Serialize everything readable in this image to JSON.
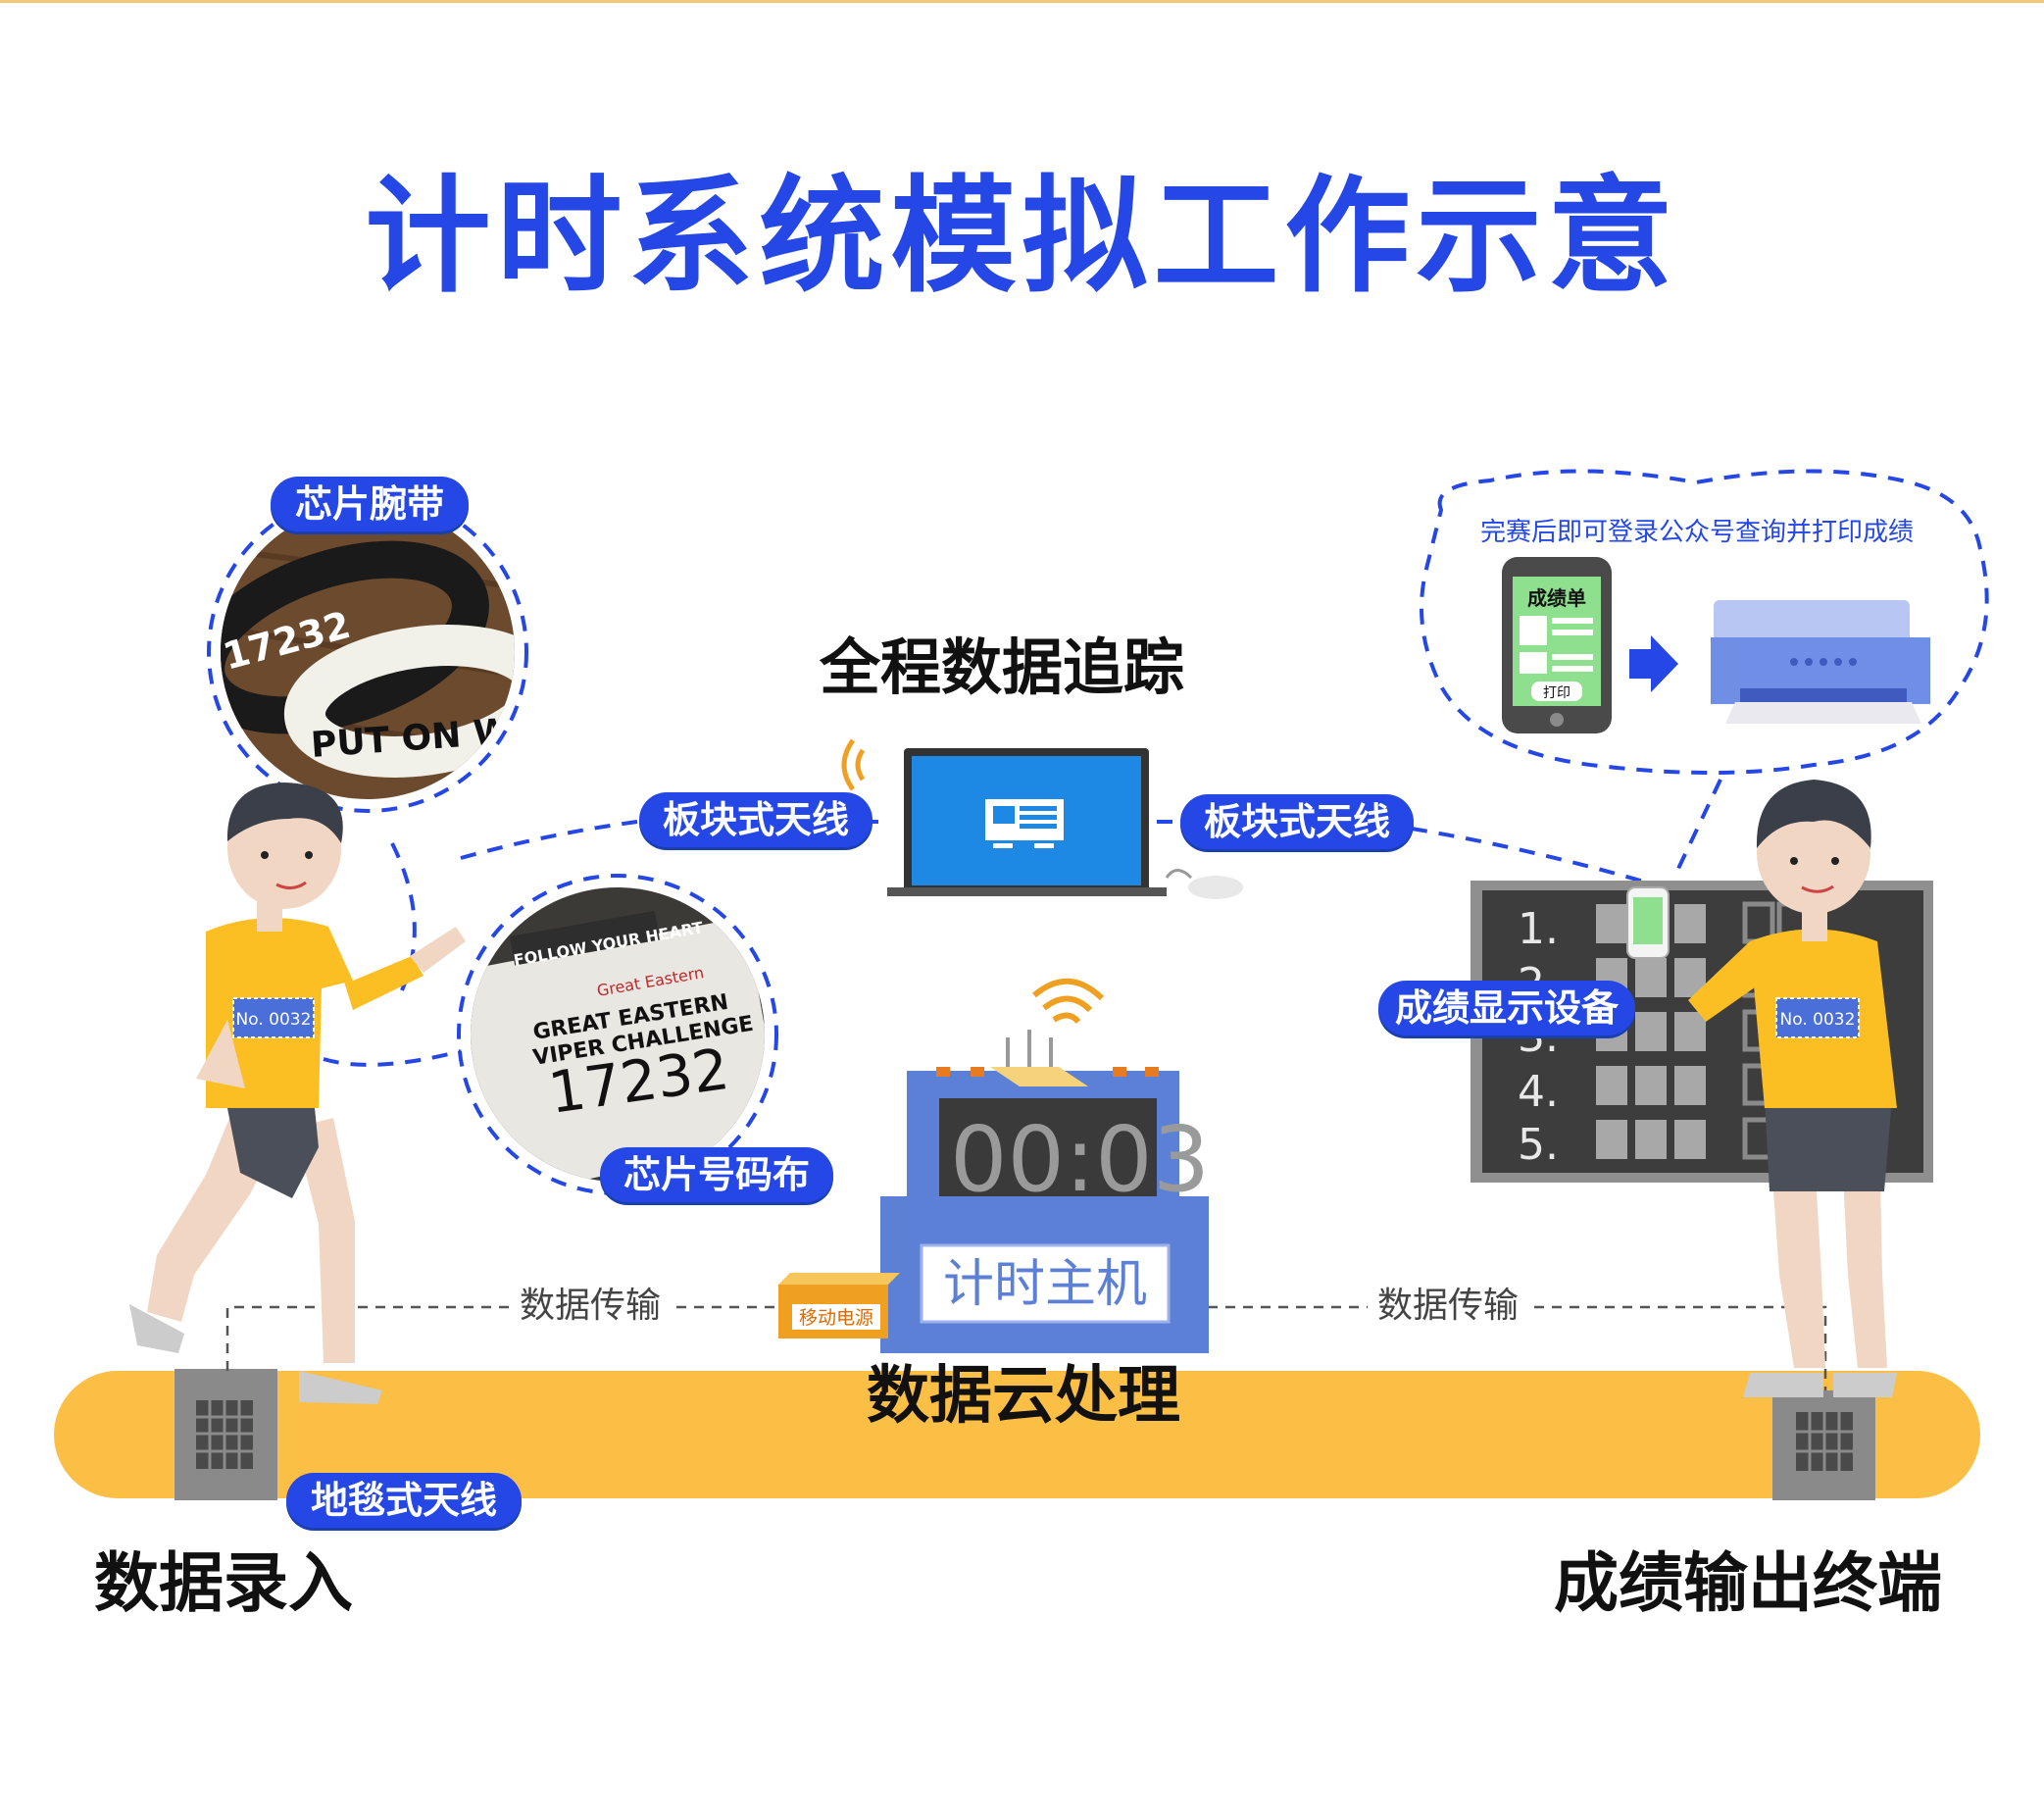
{
  "title": "计时系统模拟工作示意",
  "labels": {
    "wristband": "芯片腕带",
    "bib": "芯片号码布",
    "tracking": "全程数据追踪",
    "antenna_left": "板块式天线",
    "antenna_right": "板块式天线",
    "transfer_left": "数据传输",
    "transfer_right": "数据传输",
    "cloud": "数据云处理",
    "carpet_antenna": "地毯式天线",
    "data_input": "数据录入",
    "output": "成绩输出终端",
    "display_device": "成绩显示设备",
    "timer_host": "计时主机",
    "mobile_power": "移动电源",
    "cloud_bubble": "完赛后即可登录公众号查询并打印成绩",
    "phone_title": "成绩单",
    "phone_print": "打印"
  },
  "wristband": {
    "number": "17232",
    "text": "PUT ON W"
  },
  "bib": {
    "brand": "Great Eastern",
    "slogan": "FOLLOW YOUR HEART",
    "line1": "GREAT EASTERN",
    "line2": "VIPER CHALLENGE",
    "number": "17232"
  },
  "runner_bib": "No. 0032",
  "timer_display": "00:03",
  "scoreboard_ranks": [
    "1.",
    "2.",
    "3.",
    "4.",
    "5."
  ],
  "colors": {
    "blue": "#2447e6",
    "track": "#fbbf45",
    "shirt": "#fbbf24",
    "screen": "#1e88e5",
    "dash": "#2447e6"
  },
  "icons": [
    "wifi-icon",
    "monitor-icon",
    "printer-icon",
    "arrow-right-icon",
    "phone-icon"
  ]
}
